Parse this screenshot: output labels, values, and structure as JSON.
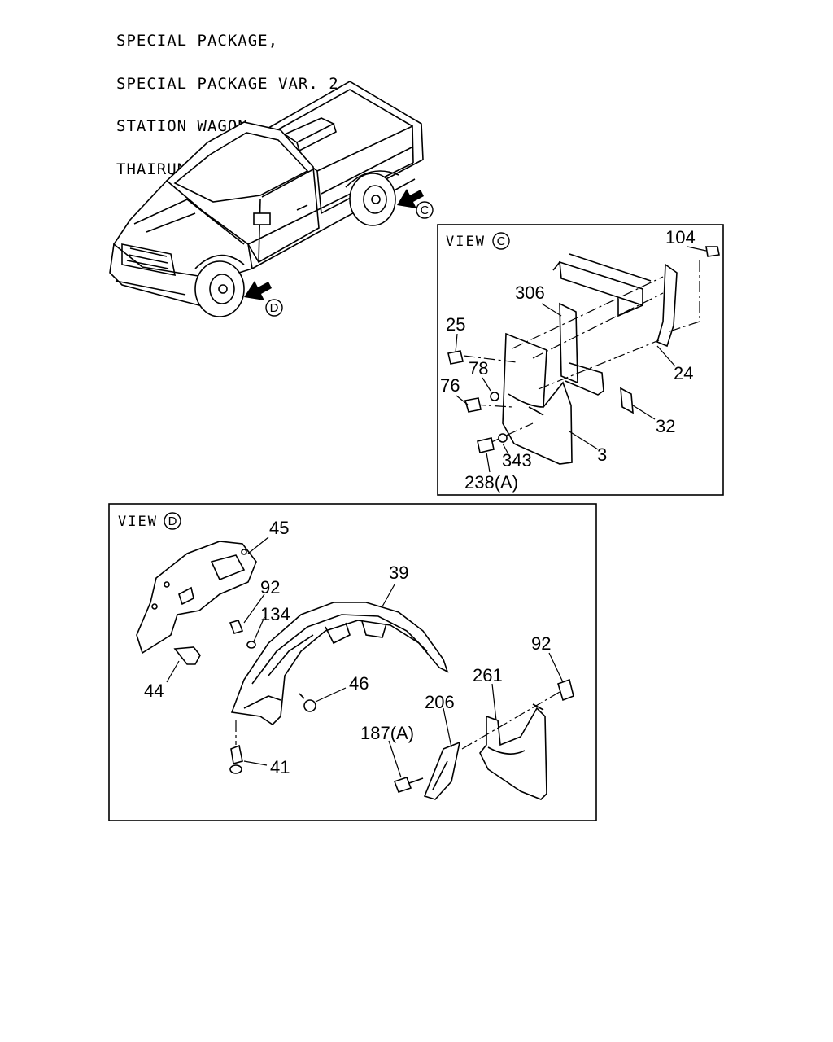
{
  "header_lines": [
    "SPECIAL PACKAGE,",
    "SPECIAL PACKAGE VAR. 2,",
    "STATION WAGON,",
    "THAIRUNG DOUBLE CAB"
  ],
  "view_marks": {
    "c": "C",
    "d": "D"
  },
  "view_c": {
    "prefix": "VIEW",
    "mark": "C",
    "labels": {
      "p104": "104",
      "p306": "306",
      "p25": "25",
      "p78": "78",
      "p76": "76",
      "p24": "24",
      "p32": "32",
      "p3": "3",
      "p343": "343",
      "p238a": "238(A)"
    }
  },
  "view_d": {
    "prefix": "VIEW",
    "mark": "D",
    "labels": {
      "p45": "45",
      "p92a": "92",
      "p134": "134",
      "p39": "39",
      "p44": "44",
      "p46": "46",
      "p92b": "92",
      "p261": "261",
      "p206": "206",
      "p187a": "187(A)",
      "p41": "41"
    }
  }
}
